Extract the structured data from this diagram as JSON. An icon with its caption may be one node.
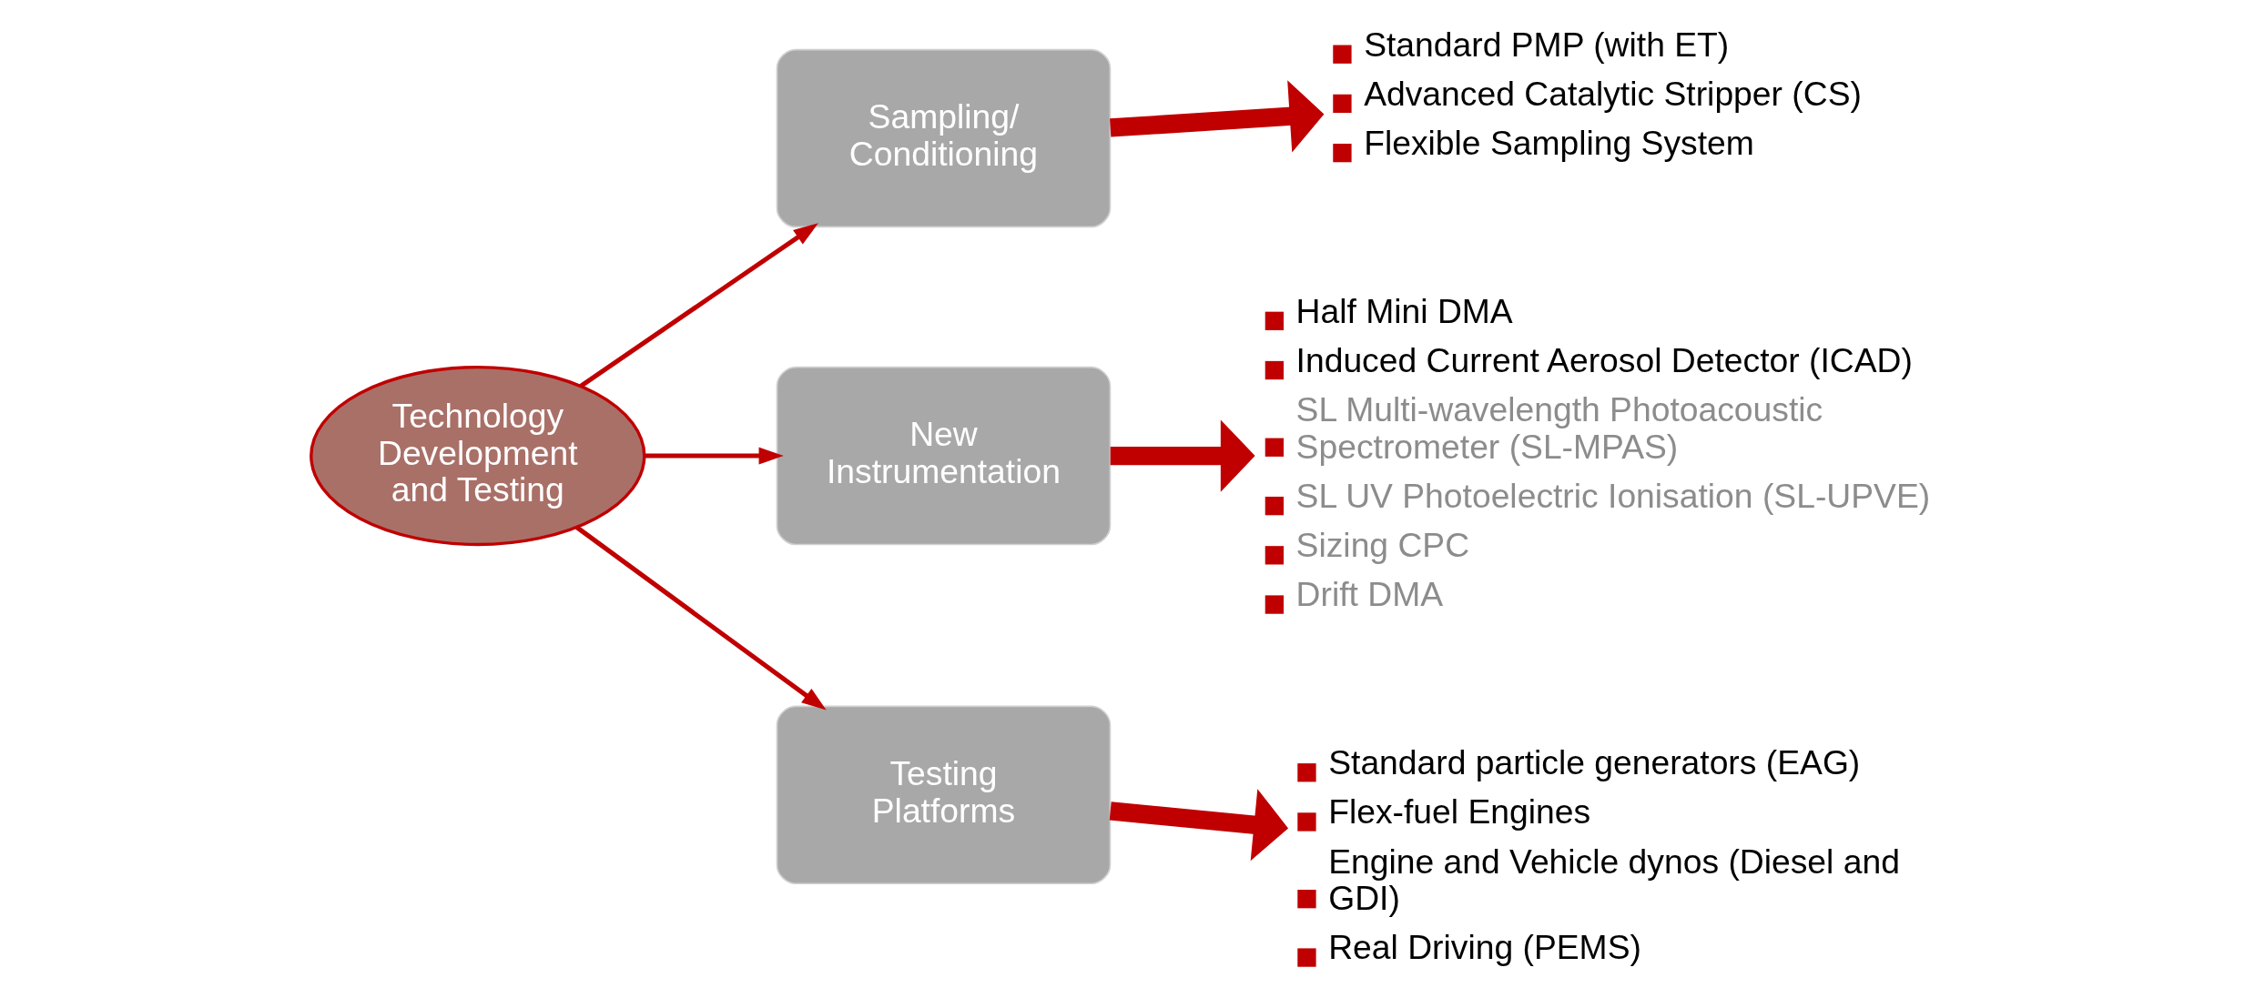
{
  "diagram": {
    "nodes": [
      {
        "text": [
          "Technology Development and Testing"
        ]
      },
      {
        "text": [
          "Sampling/ Conditioning"
        ]
      },
      {
        "text": [
          "New Instrumentation"
        ]
      },
      {
        "text": [
          "Testing Platforms"
        ]
      },
      {
        "text": [
          "Standard PMP (with ET)",
          "Advanced Catalytic Stripper (CS)",
          "Flexible Sampling System"
        ]
      },
      {
        "text": [
          "Half Mini DMA",
          "Induced Current Aerosol Detector (ICAD)",
          "SL Multi-wavelength Photoacoustic Spectrometer (SL-MPAS)",
          "SL UV Photoelectric Ionisation (SL-UPVE)",
          "Sizing CPC",
          "Drift DMA"
        ]
      },
      {
        "text": [
          "Standard particle generators (EAG)",
          "Flex-fuel Engines",
          "Engine and Vehicle dynos (Diesel and GDI)",
          "Real Driving (PEMS)"
        ]
      }
    ],
    "edges": [
      {
        "from": 0,
        "to": 1,
        "arrow": "to"
      },
      {
        "from": 0,
        "to": 2,
        "arrow": "to"
      },
      {
        "from": 0,
        "to": 3,
        "arrow": "to"
      },
      {
        "from": 1,
        "to": 4,
        "arrow": "to",
        "style": "thick"
      },
      {
        "from": 2,
        "to": 5,
        "arrow": "to",
        "style": "thick"
      },
      {
        "from": 3,
        "to": 6,
        "arrow": "to",
        "style": "thick"
      }
    ]
  }
}
